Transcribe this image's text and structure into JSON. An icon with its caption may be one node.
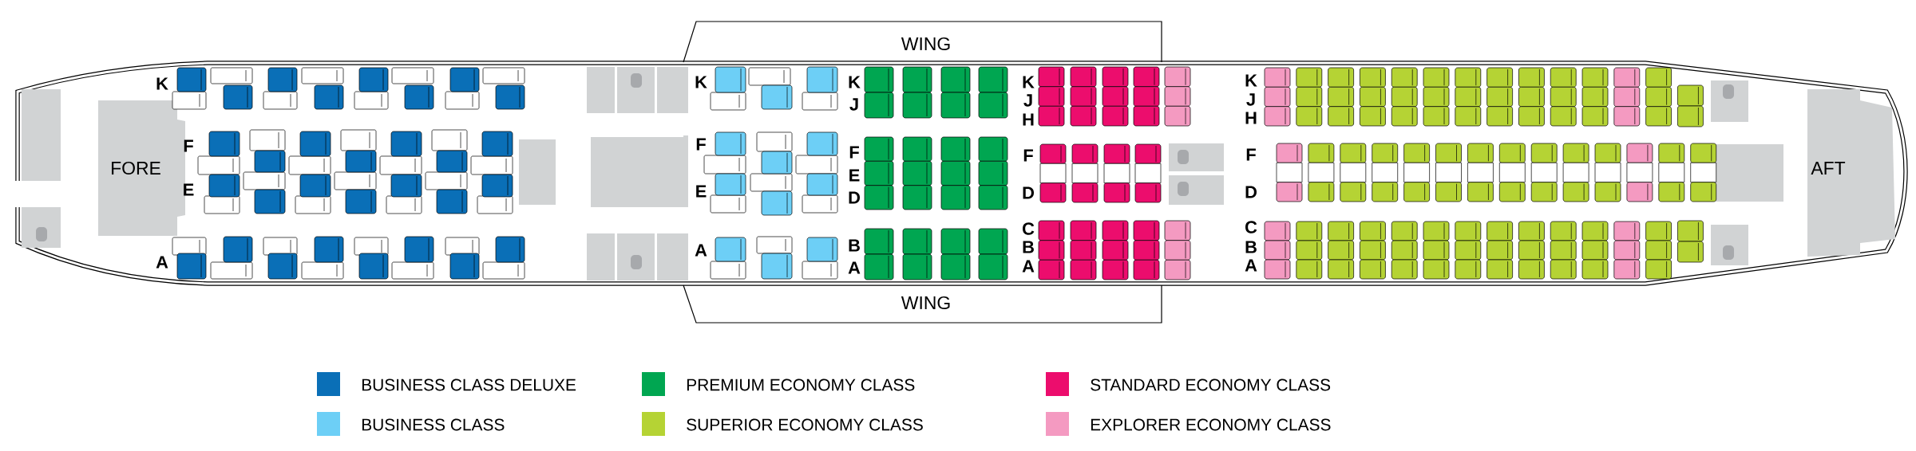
{
  "diagram": {
    "nodes": [
      {
        "text": [
          "FORE"
        ]
      },
      {
        "text": [
          "WING"
        ]
      },
      {
        "text": [
          "WING"
        ]
      },
      {
        "text": [
          "AFT"
        ]
      }
    ],
    "labels": [
      "K",
      "F",
      "E",
      "A",
      "K",
      "F",
      "E",
      "A",
      "K",
      "J",
      "F",
      "E",
      "D",
      "B",
      "A",
      "K",
      "J",
      "H",
      "F",
      "D",
      "C",
      "B",
      "A",
      "K",
      "J",
      "H",
      "F",
      "D",
      "C",
      "B",
      "A"
    ],
    "legend": [
      {
        "text": "BUSINESS CLASS DELUXE",
        "color": "#0a6fb7"
      },
      {
        "text": "BUSINESS CLASS",
        "color": "#6dcff6"
      },
      {
        "text": "PREMIUM ECONOMY CLASS",
        "color": "#00a651"
      },
      {
        "text": "SUPERIOR ECONOMY CLASS",
        "color": "#b5d334"
      },
      {
        "text": "STANDARD ECONOMY CLASS",
        "color": "#ec0d6d"
      },
      {
        "text": "EXPLORER ECONOMY CLASS",
        "color": "#f49ac1"
      }
    ]
  }
}
